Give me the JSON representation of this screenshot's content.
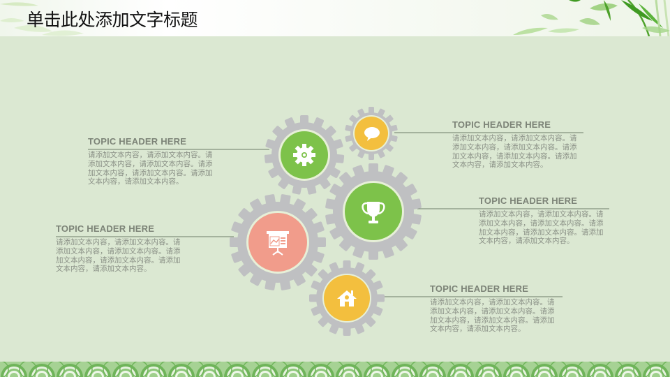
{
  "slide": {
    "title": "单击此处添加文字标题"
  },
  "colors": {
    "background": "#dbe8d2",
    "gear_gray": "#bfc0c2",
    "green": "#7dc24a",
    "yellow": "#f3bf3e",
    "salmon": "#f19c8b",
    "ring": "#e7f0d8",
    "header_text": "#7c8377",
    "body_text": "#8a9086",
    "rule": "#6e7d68"
  },
  "topics": [
    {
      "id": "top-left",
      "header": "TOPIC HEADER HERE",
      "body": "请添加文本内容，请添加文本内容。请添加文本内容，请添加文本内容。请添加文本内容，请添加文本内容。请添加文本内容，请添加文本内容。"
    },
    {
      "id": "top-right",
      "header": "TOPIC HEADER HERE",
      "body": "请添加文本内容，请添加文本内容。请添加文本内容，请添加文本内容。请添加文本内容，请添加文本内容。请添加文本内容，请添加文本内容。"
    },
    {
      "id": "middle-right",
      "header": "TOPIC HEADER HERE",
      "body": "请添加文本内容，请添加文本内容。请添加文本内容，请添加文本内容。请添加文本内容，请添加文本内容。请添加文本内容，请添加文本内容。"
    },
    {
      "id": "middle-left",
      "header": "TOPIC HEADER HERE",
      "body": "请添加文本内容，请添加文本内容。请添加文本内容，请添加文本内容。请添加文本内容，请添加文本内容。请添加文本内容，请添加文本内容。"
    },
    {
      "id": "bottom-right",
      "header": "TOPIC HEADER HERE",
      "body": "请添加文本内容，请添加文本内容。请添加文本内容，请添加文本内容。请添加文本内容，请添加文本内容。请添加文本内容，请添加文本内容。"
    }
  ],
  "gears": [
    {
      "name": "gear-settings",
      "icon": "gear-icon",
      "color": "green"
    },
    {
      "name": "gear-chat",
      "icon": "speech-bubble-icon",
      "color": "yellow"
    },
    {
      "name": "gear-trophy",
      "icon": "trophy-icon",
      "color": "green"
    },
    {
      "name": "gear-presentation",
      "icon": "presentation-board-icon",
      "color": "salmon"
    },
    {
      "name": "gear-home",
      "icon": "house-icon",
      "color": "yellow"
    }
  ]
}
